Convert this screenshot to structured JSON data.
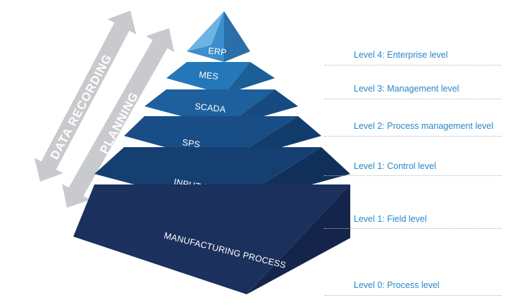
{
  "arrows": {
    "data_recording": "DATA RECORDING",
    "planning": "PLANNING"
  },
  "tiers": [
    {
      "label": "ERP",
      "top": "#6fb3e2",
      "left": "#3d8fcc",
      "right": "#2a6fa8"
    },
    {
      "label": "MES",
      "top": "#2f8fd0",
      "left": "#2478b9",
      "right": "#1b5e98"
    },
    {
      "label": "SCADA",
      "top": "#2674b4",
      "left": "#1e5f9e",
      "right": "#164a80"
    },
    {
      "label": "SPS",
      "top": "#1d5c9a",
      "left": "#184d86",
      "right": "#123c6b"
    },
    {
      "label": "INPUT-/OUTPUT SIGNAL",
      "top": "#1a4a82",
      "left": "#163f71",
      "right": "#10305a"
    },
    {
      "label": "MANUFACTURING PROCESS",
      "top": "#213a6c",
      "left": "#1b305c",
      "right": "#14244a"
    }
  ],
  "levels": [
    "Level 4: Enterprise level",
    "Level 3: Management level",
    "Level 2: Process management level",
    "Level 1: Control level",
    "Level 1: Field level",
    "Level 0: Process level"
  ],
  "colors": {
    "arrow_gray": "#c9cacd",
    "level_text": "#2a86c8",
    "dotted_line": "#b0b5bd"
  }
}
